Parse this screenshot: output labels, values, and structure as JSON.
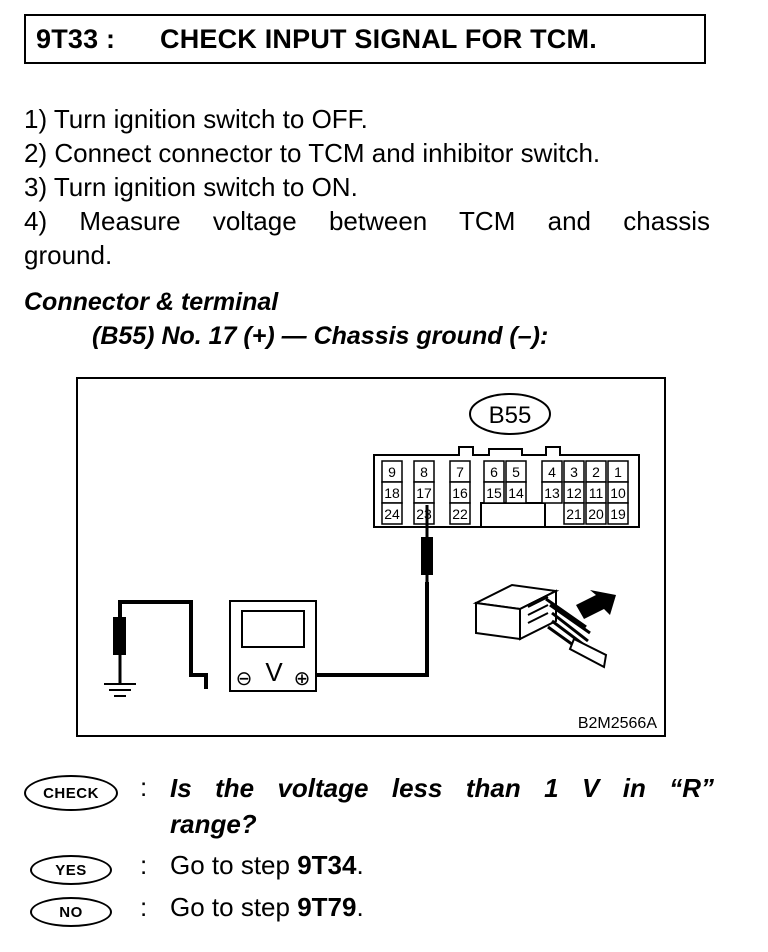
{
  "header": {
    "step_code": "9T33 :",
    "title": "CHECK INPUT SIGNAL FOR TCM."
  },
  "steps": [
    "1)  Turn ignition switch to OFF.",
    "2)  Connect connector to TCM and inhibitor switch.",
    "3)  Turn ignition switch to ON.",
    "4)  Measure voltage between TCM and chassis",
    "ground."
  ],
  "connector_heading": "Connector & terminal",
  "connector_spec": "(B55) No. 17 (+) — Chassis ground (–):",
  "diagram": {
    "connector_label": "B55",
    "figure_id": "B2M2566A",
    "meter_label": "V",
    "minus_symbol": "⊖",
    "plus_symbol": "⊕",
    "terminals_row1": [
      "9",
      "8",
      "7",
      "6",
      "5",
      "4",
      "3",
      "2",
      "1"
    ],
    "terminals_row2": [
      "18",
      "17",
      "16",
      "15",
      "14",
      "13",
      "12",
      "11",
      "10"
    ],
    "terminals_row3": [
      "24",
      "23",
      "22",
      "21",
      "20",
      "19"
    ]
  },
  "check": {
    "badge": "CHECK",
    "colon": ":",
    "question_line1": "Is the voltage less than 1 V in “R”",
    "question_line2": "range?"
  },
  "yes": {
    "badge": "YES",
    "colon": ":",
    "prefix": "Go to step ",
    "target": "9T34",
    "suffix": "."
  },
  "no": {
    "badge": "NO",
    "colon": ":",
    "prefix": "Go to step ",
    "target": "9T79",
    "suffix": "."
  }
}
